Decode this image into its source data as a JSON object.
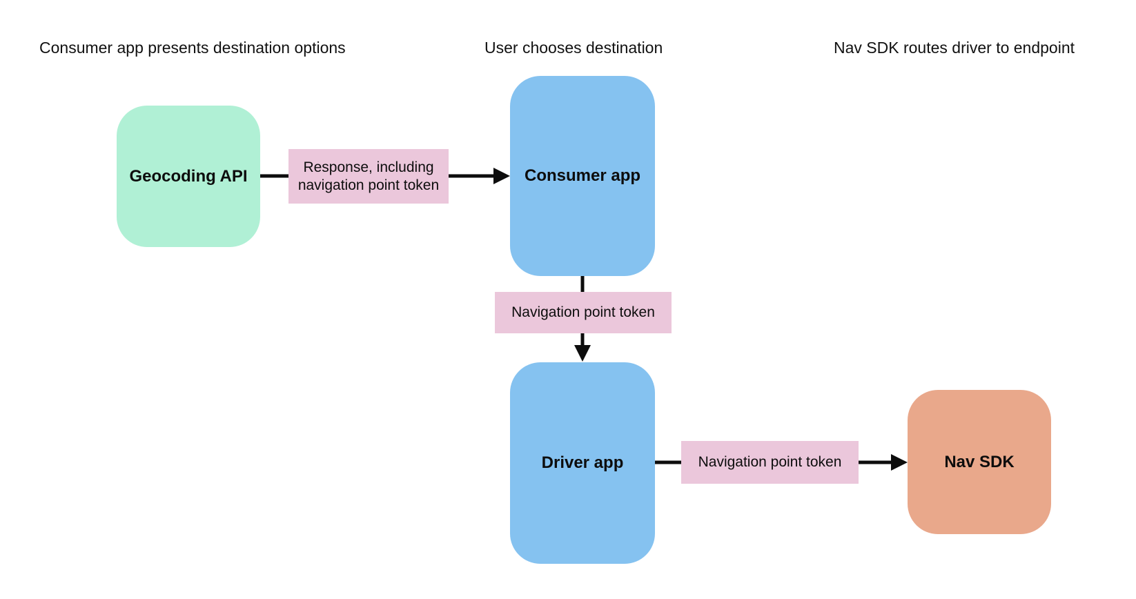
{
  "diagram": {
    "background_color": "#ffffff",
    "text_color": "#111111",
    "arrow_color": "#0d0d0d",
    "stage_headers": [
      {
        "label": "Consumer app presents destination options"
      },
      {
        "label": "User chooses destination"
      },
      {
        "label": "Nav SDK routes driver to endpoint"
      }
    ],
    "nodes": [
      {
        "id": "geocoding-api",
        "label": "Geocoding API",
        "color": "#b0f0d5"
      },
      {
        "id": "consumer-app",
        "label": "Consumer app",
        "color": "#85c2f0"
      },
      {
        "id": "driver-app",
        "label": "Driver app",
        "color": "#85c2f0"
      },
      {
        "id": "nav-sdk",
        "label": "Nav SDK",
        "color": "#e9a88b"
      }
    ],
    "edges": [
      {
        "from": "geocoding-api",
        "to": "consumer-app",
        "label": "Response, including navigation point token",
        "label_color": "#ebc7db"
      },
      {
        "from": "consumer-app",
        "to": "driver-app",
        "label": "Navigation point token",
        "label_color": "#ebc7db"
      },
      {
        "from": "driver-app",
        "to": "nav-sdk",
        "label": "Navigation point token",
        "label_color": "#ebc7db"
      }
    ]
  }
}
